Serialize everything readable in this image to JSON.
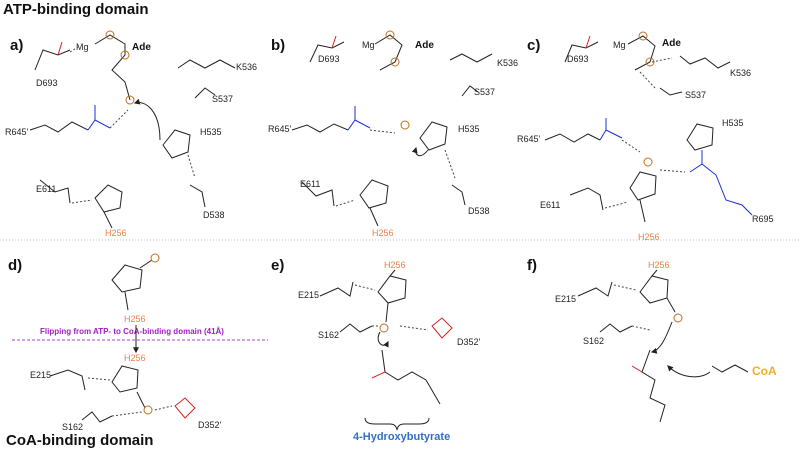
{
  "sections": {
    "atp_title": "ATP-binding domain",
    "coa_title": "CoA-binding domain"
  },
  "panels": {
    "a": "a)",
    "b": "b)",
    "c": "c)",
    "d": "d)",
    "e": "e)",
    "f": "f)"
  },
  "residues": {
    "d693": "D693",
    "k536": "K536",
    "s537": "S537",
    "r645": "R645'",
    "h535": "H535",
    "e611": "E611",
    "d538": "D538",
    "h256": "H256",
    "r695": "R695",
    "e215": "E215",
    "s162": "S162",
    "d352": "D352'"
  },
  "labels": {
    "ade": "Ade",
    "mg": "Mg",
    "flip": "Flipping from ATP- to CoA-binding domain (41Å)",
    "hydroxybutyrate": "4-Hydroxybutyrate",
    "coa": "CoA"
  },
  "colors": {
    "his": "#e8824a",
    "oxygen": "#d62020",
    "nitrogen": "#1a2fd0",
    "flip": "#a020c0",
    "hydroxybutyrate": "#3070c8",
    "coa": "#f0b020"
  }
}
